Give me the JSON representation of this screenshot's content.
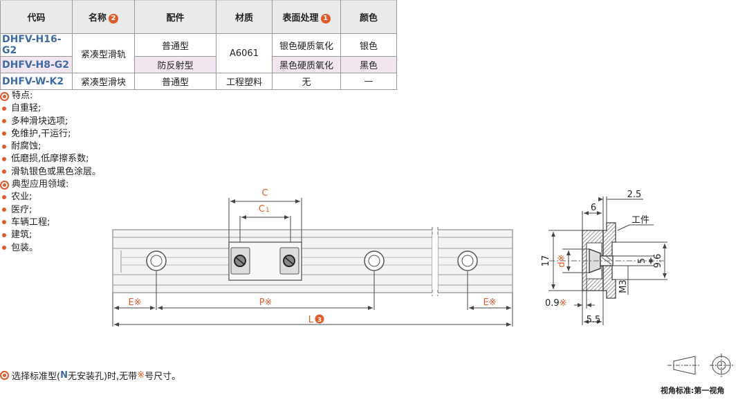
{
  "table": {
    "headers": {
      "code": "代码",
      "name": "名称",
      "name_badge": "2",
      "parts": "配件",
      "material": "材质",
      "surface": "表面处理",
      "surface_badge": "1",
      "color": "颜色"
    },
    "rows": [
      {
        "code": "DHFV-H16-G2",
        "name": "紧凑型滑轨",
        "part": "普通型",
        "material": "A6061",
        "surface": "银色硬质氧化",
        "color": "银色"
      },
      {
        "code": "DHFV-H8-G2",
        "part": "防反射型",
        "surface": "黑色硬质氧化",
        "color": "黑色"
      },
      {
        "code": "DHFV-W-K2",
        "name": "紧凑型滑块",
        "part": "普通型",
        "material": "工程塑料",
        "surface": "无",
        "color": "—"
      }
    ]
  },
  "features": {
    "title": "特点:",
    "items": [
      "自重轻;",
      "多种滑块选项;",
      "免维护,干运行;",
      "耐腐蚀;",
      "低磨损,低摩擦系数;",
      "滑轨银色或黑色涂层。"
    ]
  },
  "applications": {
    "title": "典型应用领域:",
    "items": [
      "农业;",
      "医疗;",
      "车辆工程;",
      "建筑;",
      "包装。"
    ]
  },
  "drawing": {
    "c": "C",
    "c1": "C",
    "c1_sub": "1",
    "e_left": "E※",
    "p": "P※",
    "e_right": "E※",
    "l": "L",
    "l_badge": "3",
    "dim_2_5": "2.5",
    "dim_6": "6",
    "workpiece": "工件",
    "dim_17": "17",
    "dim_d": "d※",
    "dim_5": "5",
    "dim_9_6": "9.6",
    "dim_m3": "M3",
    "dim_0_9": "0.9※",
    "dim_5_5": "5.5"
  },
  "note": {
    "pre": "选择标准型(",
    "n": "N",
    "mid": "无安装孔)时,无带",
    "mark": "※",
    "post": "号尺寸。"
  },
  "view": {
    "label": "视角标准:第一视角"
  },
  "colors": {
    "accent": "#e05a2a",
    "code_blue": "#3f6aa5",
    "row_pink": "#f1e5f0"
  }
}
